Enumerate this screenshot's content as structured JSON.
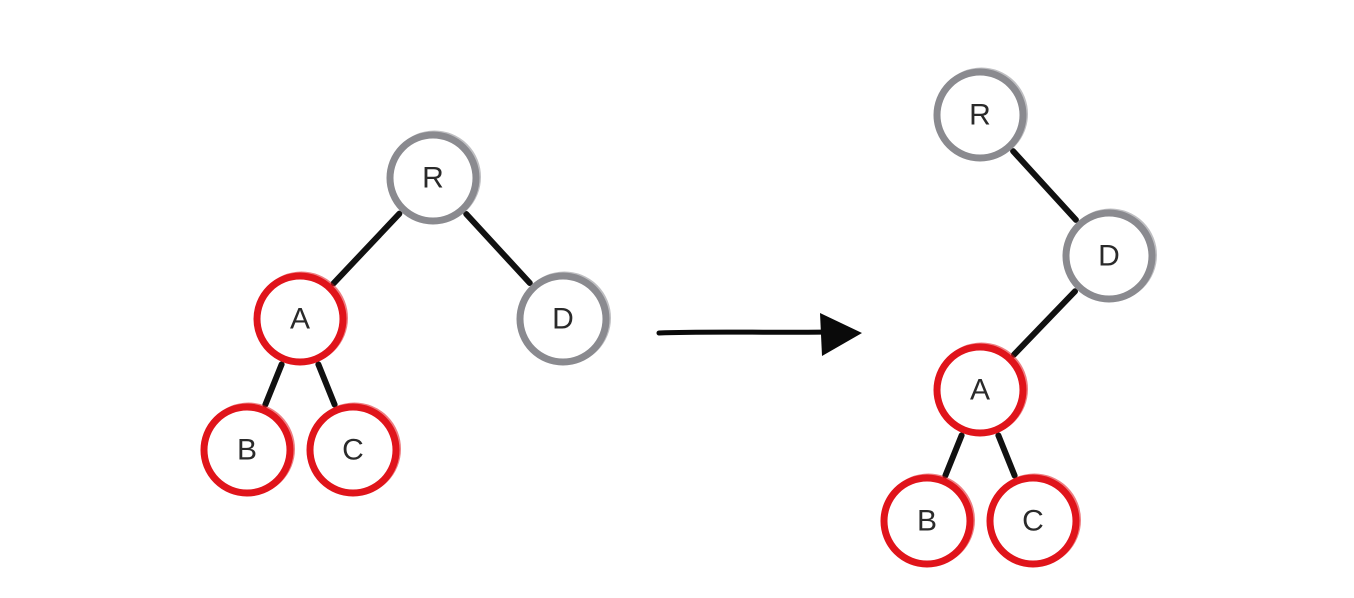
{
  "colors": {
    "red_node": "#e0141b",
    "gray_node": "#8a8a8f",
    "edge": "#111111",
    "label": "#2a2a2a"
  },
  "before_tree": {
    "nodes": [
      {
        "id": "R",
        "label": "R",
        "color": "gray"
      },
      {
        "id": "A",
        "label": "A",
        "color": "red"
      },
      {
        "id": "D",
        "label": "D",
        "color": "gray"
      },
      {
        "id": "B",
        "label": "B",
        "color": "red"
      },
      {
        "id": "C",
        "label": "C",
        "color": "red"
      }
    ],
    "edges": [
      {
        "from": "R",
        "to": "A"
      },
      {
        "from": "R",
        "to": "D"
      },
      {
        "from": "A",
        "to": "B"
      },
      {
        "from": "A",
        "to": "C"
      }
    ]
  },
  "after_tree": {
    "nodes": [
      {
        "id": "R",
        "label": "R",
        "color": "gray"
      },
      {
        "id": "D",
        "label": "D",
        "color": "gray"
      },
      {
        "id": "A",
        "label": "A",
        "color": "red"
      },
      {
        "id": "B",
        "label": "B",
        "color": "red"
      },
      {
        "id": "C",
        "label": "C",
        "color": "red"
      }
    ],
    "edges": [
      {
        "from": "R",
        "to": "D"
      },
      {
        "from": "D",
        "to": "A"
      },
      {
        "from": "A",
        "to": "B"
      },
      {
        "from": "A",
        "to": "C"
      }
    ]
  },
  "transition_arrow": {
    "direction": "right"
  }
}
